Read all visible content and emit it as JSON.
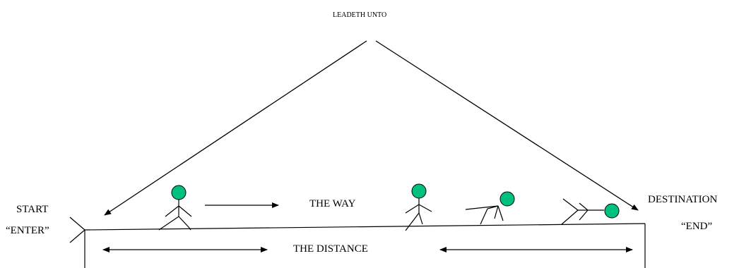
{
  "diagram": {
    "top_label": "LEADETH UNTO",
    "start_label": "START",
    "start_quote": "“ENTER”",
    "way_label": "THE WAY",
    "distance_label": "THE  DISTANCE",
    "destination_label": "DESTINATION",
    "destination_quote": "“END”"
  },
  "colors": {
    "line": "#000000",
    "figure_head": "#00c080",
    "figure_head_outline": "#000000",
    "background": "#ffffff"
  }
}
